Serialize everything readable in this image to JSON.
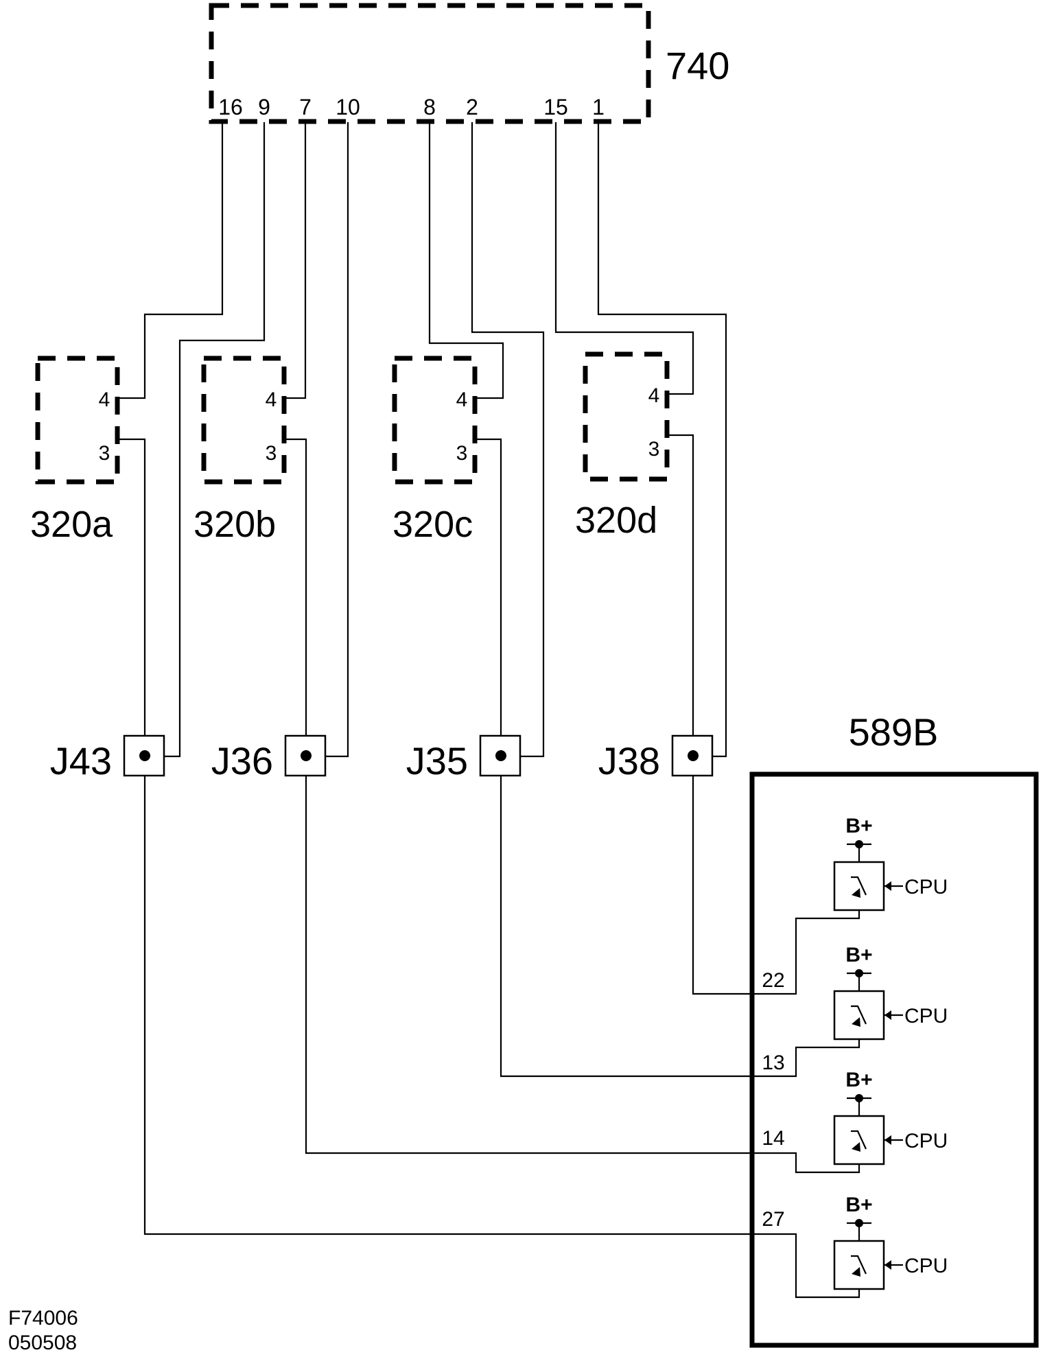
{
  "ecm": {
    "label": "740",
    "pins": [
      "16",
      "9",
      "7",
      "10",
      "8",
      "2",
      "15",
      "1"
    ]
  },
  "sensors": [
    {
      "label": "320a",
      "pin_top": "4",
      "pin_bottom": "3"
    },
    {
      "label": "320b",
      "pin_top": "4",
      "pin_bottom": "3"
    },
    {
      "label": "320c",
      "pin_top": "4",
      "pin_bottom": "3"
    },
    {
      "label": "320d",
      "pin_top": "4",
      "pin_bottom": "3"
    }
  ],
  "jacks": [
    "J43",
    "J36",
    "J35",
    "J38"
  ],
  "module": {
    "label": "589B",
    "pins": [
      "22",
      "13",
      "14",
      "27"
    ],
    "supply_label": "B+",
    "control_label": "CPU"
  },
  "figure_id": "F74006",
  "figure_date": "050508"
}
